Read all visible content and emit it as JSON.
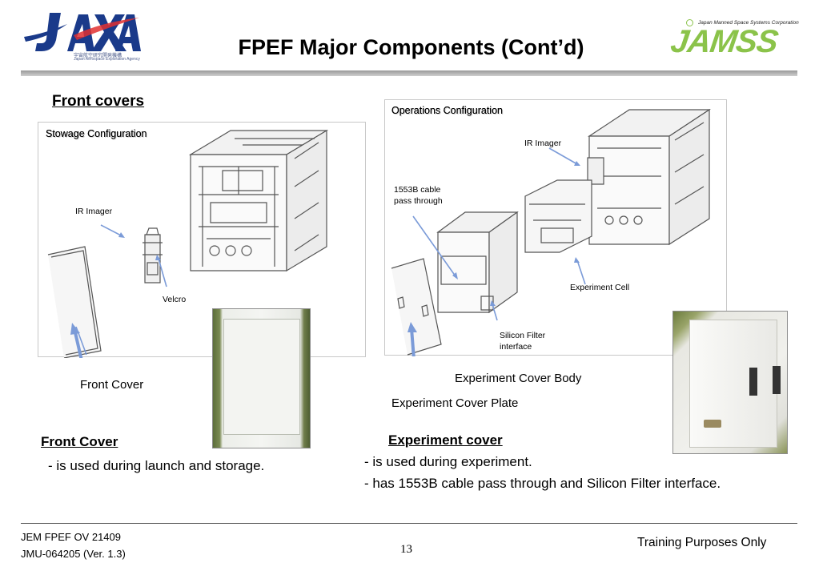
{
  "header": {
    "title": "FPEF Major Components (Cont’d)",
    "left_logo": {
      "icon": "jaxa-logo",
      "sub1": "宇宙航空研究開発機構",
      "sub2": "Japan Aerospace Exploration Agency",
      "color": "#1a3a8a"
    },
    "right_logo": {
      "icon": "jamss-logo",
      "tagline": "Japan Manned Space Systems Corporation",
      "wordmark": "JAMSS",
      "color": "#8bc34a"
    }
  },
  "front_covers": {
    "heading": "Front covers",
    "stowage": {
      "label": "Stowage Configuration",
      "callouts": {
        "ir_imager": "IR Imager",
        "velcro": "Velcro"
      },
      "caption": "Front Cover"
    },
    "operations": {
      "label": "Operations Configuration",
      "callouts": {
        "ir_imager": "IR Imager",
        "cable_line1": "1553B cable",
        "cable_line2": "pass through",
        "experiment_cell": "Experiment Cell",
        "silicon_line1": "Silicon Filter",
        "silicon_line2": "interface"
      },
      "caption_body": "Experiment Cover Body",
      "caption_plate": "Experiment Cover Plate"
    },
    "arrow_color": "#7b9bd8"
  },
  "front_cover_desc": {
    "heading": "Front Cover",
    "bullet": "- is used during launch and storage."
  },
  "experiment_cover_desc": {
    "heading": "Experiment cover",
    "bullet1": "- is used during experiment.",
    "bullet2": "- has 1553B cable pass through and Silicon Filter interface."
  },
  "footer": {
    "doc_line1": "JEM FPEF OV 21409",
    "doc_line2": "JMU-064205 (Ver. 1.3)",
    "page_number": "13",
    "classification": "Training Purposes Only"
  }
}
